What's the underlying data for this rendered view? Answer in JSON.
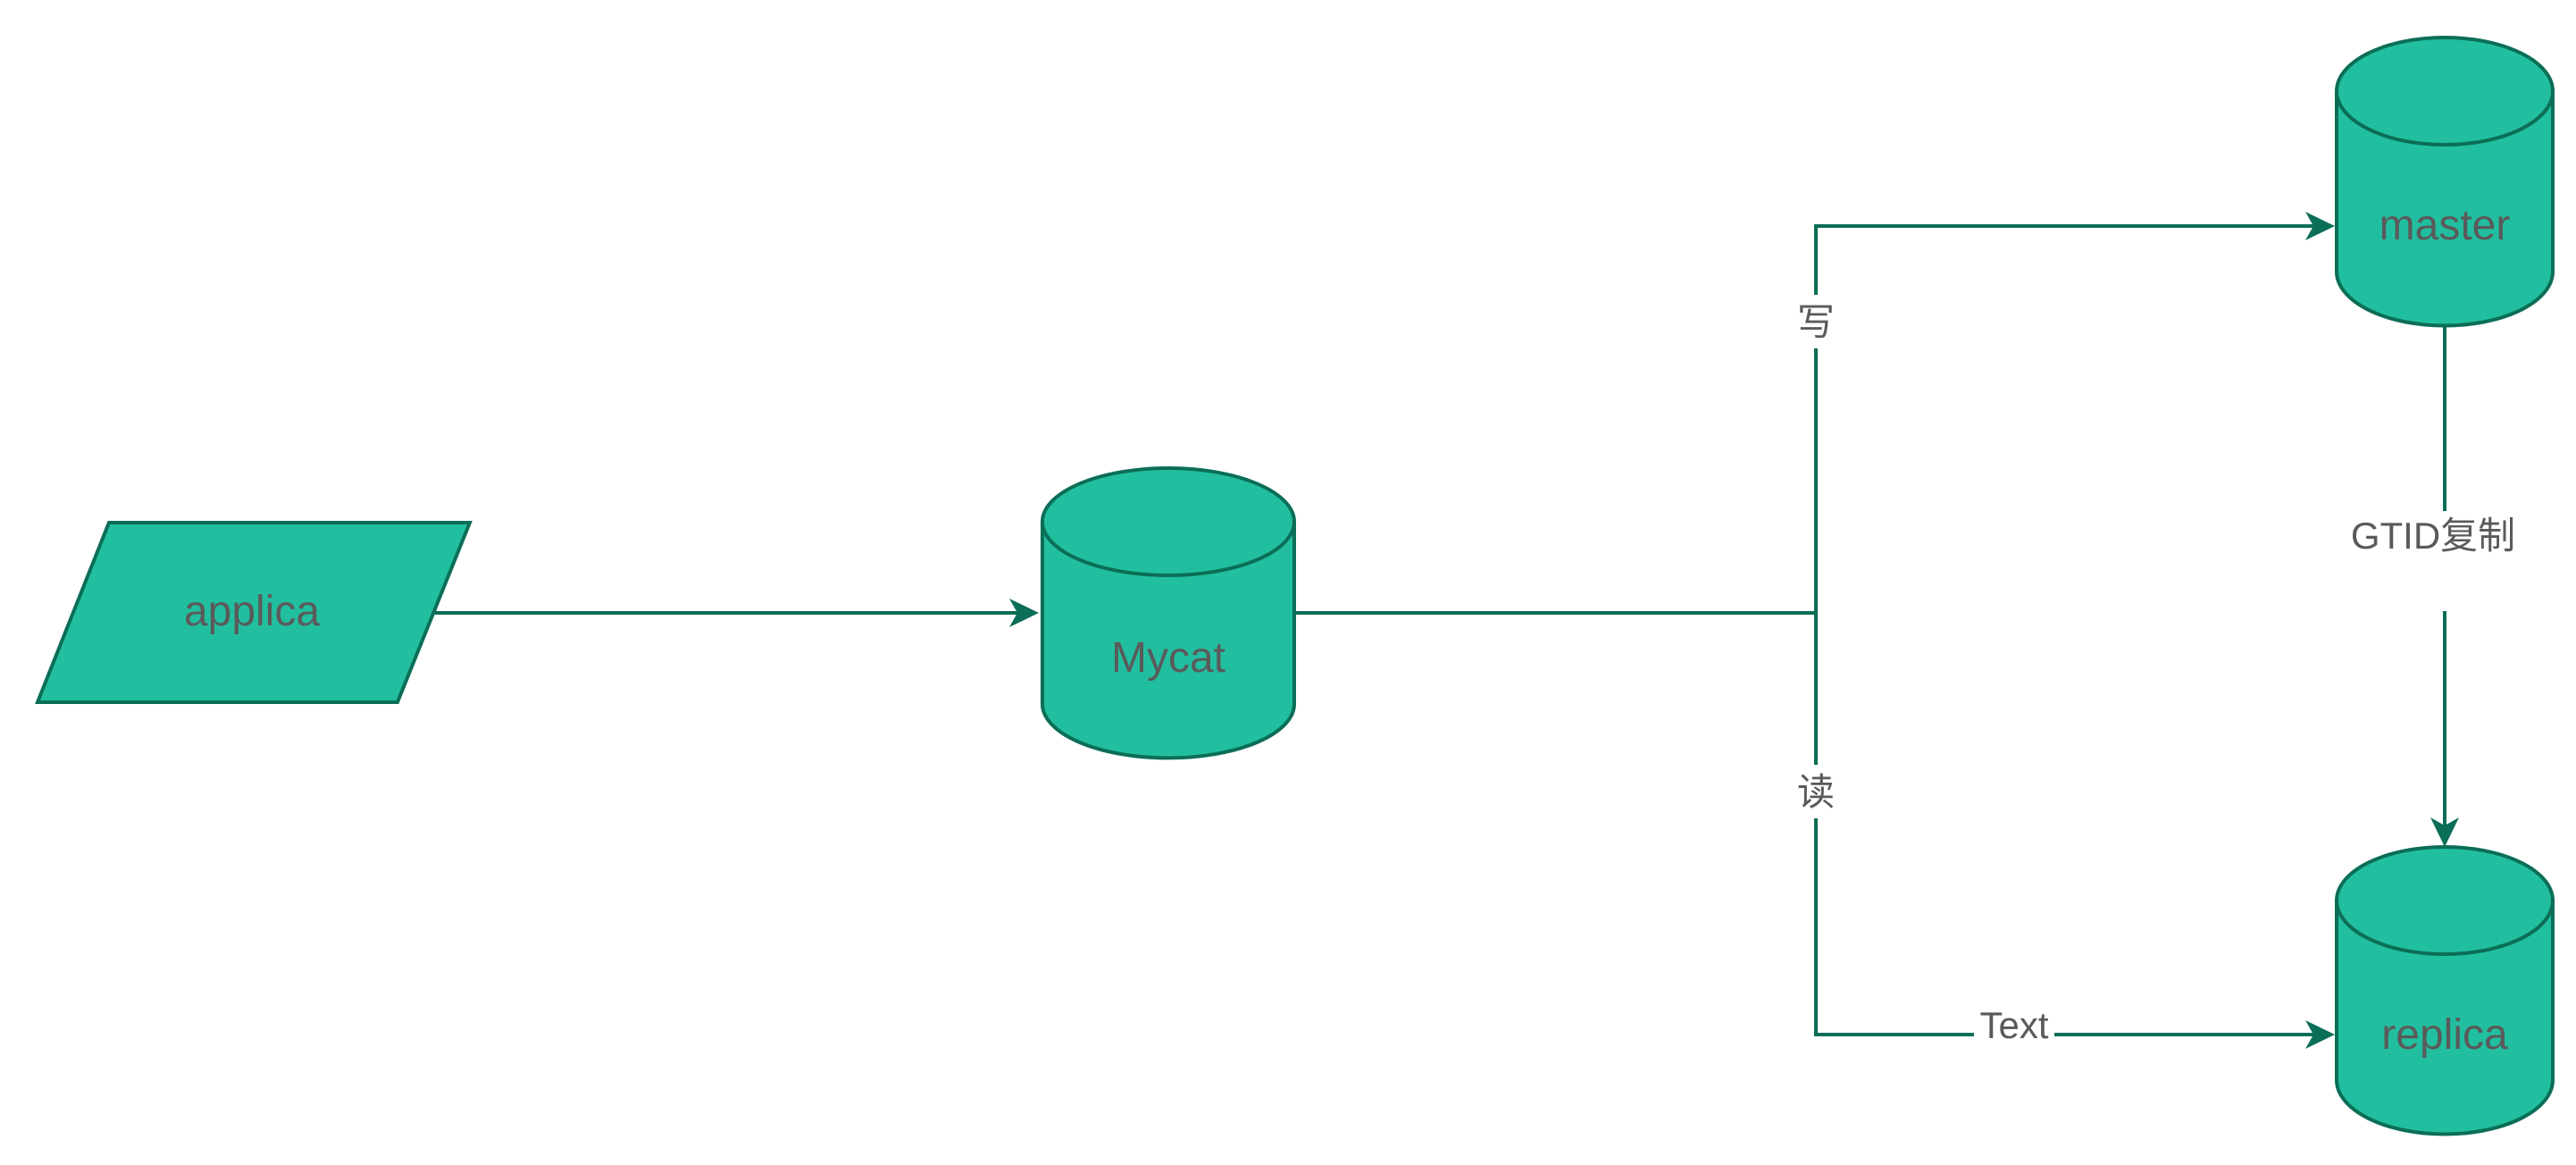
{
  "colors": {
    "node_fill": "#21bf9f",
    "node_stroke": "#0b6e56",
    "edge": "#0b6e56",
    "text": "#5a5a5a",
    "background": "#ffffff"
  },
  "nodes": {
    "applica": {
      "label": "applica",
      "shape": "parallelogram"
    },
    "mycat": {
      "label": "Mycat",
      "shape": "cylinder"
    },
    "master": {
      "label": "master",
      "shape": "cylinder"
    },
    "replica": {
      "label": "replica",
      "shape": "cylinder"
    }
  },
  "edges": {
    "applica_to_mycat": {
      "from": "applica",
      "to": "mycat",
      "label": ""
    },
    "mycat_to_master": {
      "from": "mycat",
      "to": "master",
      "label": "写"
    },
    "mycat_to_replica": {
      "from": "mycat",
      "to": "replica",
      "label": "读",
      "label2": "Text"
    },
    "master_to_replica": {
      "from": "master",
      "to": "replica",
      "label": "GTID复制"
    }
  }
}
